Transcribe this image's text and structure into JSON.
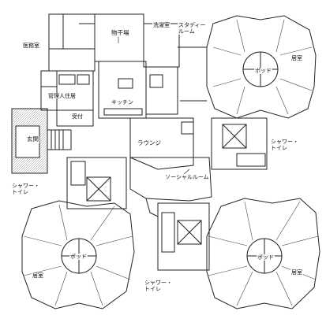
{
  "labels": {
    "medical": "医務室",
    "drying": "物干場",
    "laundry": "洗濯室",
    "study": "スタディー\nルーム",
    "residents_top": "居室",
    "pod_top": "ポッド",
    "manager": "管理人住居",
    "kitchen": "キッチン",
    "reception": "受付",
    "entrance": "玄関",
    "lounge": "ラウンジ",
    "shower_top": "シャワー・\nトイレ",
    "social": "ソーシャルルーム",
    "shower_left": "シャワー・\nトイレ",
    "pod_left": "ポッド",
    "residents_left": "居室",
    "pod_right": "ポッド",
    "residents_right": "居室",
    "shower_bottom": "シャワー・\nトイレ"
  }
}
